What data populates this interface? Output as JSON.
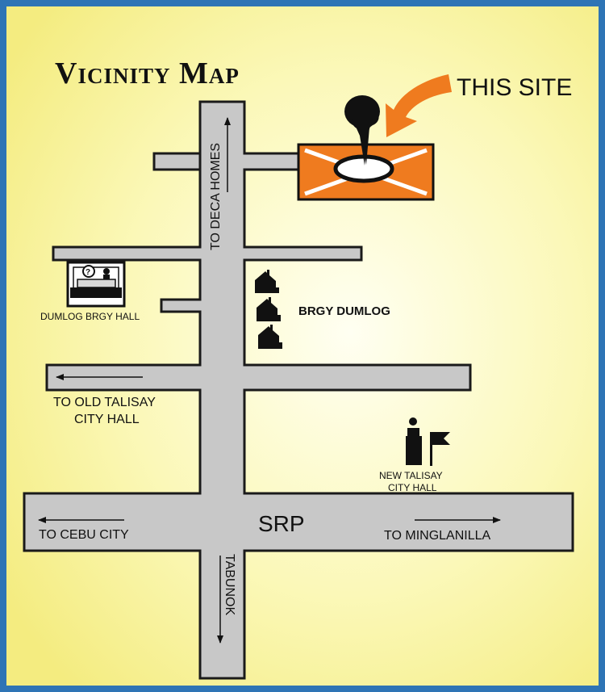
{
  "title": "Vicinity Map",
  "site_label": "THIS SITE",
  "roads": {
    "north": "TO DECA HOMES",
    "south": "TABUNOK",
    "west_old_hall": [
      "TO OLD TALISAY",
      "CITY HALL"
    ],
    "srp": "SRP",
    "srp_west": "TO CEBU CITY",
    "srp_east": "TO MINGLANILLA"
  },
  "landmarks": {
    "brgy_hall": "DUMLOG BRGY HALL",
    "brgy_name": "BRGY DUMLOG",
    "new_city_hall": [
      "NEW TALISAY",
      "CITY HALL"
    ]
  },
  "colors": {
    "frame": "#2e74b5",
    "road": "#c8c8c8",
    "site_fill": "#ef7b1f",
    "arrow": "#ef7b1f",
    "background_center": "#fffff0",
    "background_edge": "#f6f08c"
  },
  "icons": [
    "location-pin-icon",
    "house-icon",
    "office-desk-icon",
    "person-icon",
    "flag-icon"
  ]
}
